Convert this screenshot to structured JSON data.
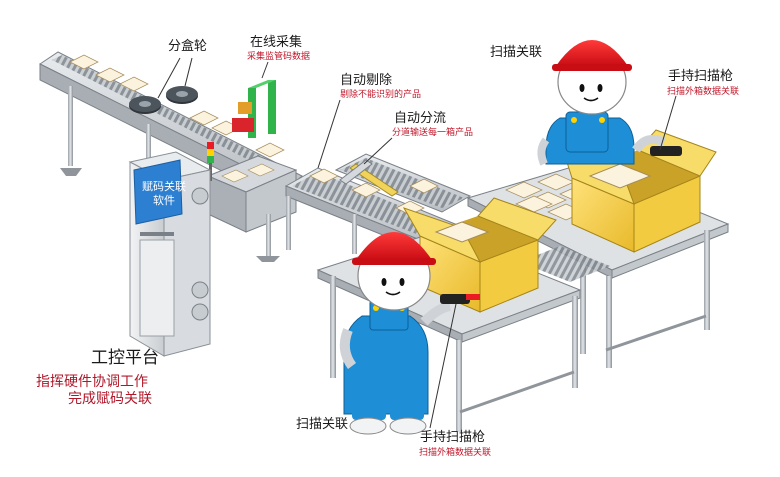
{
  "labels": {
    "splitter_wheel": "分盒轮",
    "online_capture": {
      "title": "在线采集",
      "sub": "采集监管码数据"
    },
    "auto_reject": {
      "title": "自动剔除",
      "sub": "剔除不能识别的产品"
    },
    "auto_divert": {
      "title": "自动分流",
      "sub": "分道输送每一箱产品"
    },
    "scan_link_top": "扫描关联",
    "handheld_top": {
      "title": "手持扫描枪",
      "sub": "扫描外箱数据关联"
    },
    "control_platform": {
      "title": "工控平台",
      "sub1": "指挥硬件协调工作",
      "sub2": "完成赋码关联"
    },
    "scan_link_bottom": "扫描关联",
    "handheld_bottom": {
      "title": "手持扫描枪",
      "sub": "扫描外箱数据关联"
    },
    "screen": "赋码关联软件"
  },
  "colors": {
    "helmet": "#e8161d",
    "overalls": "#1e8fd6",
    "box": "#f5cf45",
    "screen": "#2d7fd1",
    "highlight_text": "#c0172a",
    "frame": "#8f959b"
  }
}
